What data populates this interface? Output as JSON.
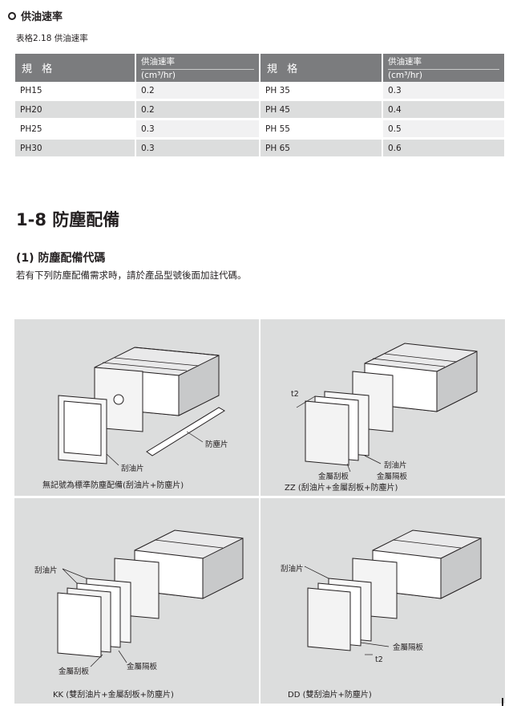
{
  "section": {
    "icon": "circle-icon",
    "title": "供油速率"
  },
  "table": {
    "caption": "表格2.18  供油速率",
    "headers": {
      "spec": "規 格",
      "rate_line1": "供油速率",
      "rate_line2": "(cm³/hr)"
    },
    "rows": [
      {
        "spec_a": "PH15",
        "rate_a": "0.2",
        "spec_b": "PH 35",
        "rate_b": "0.3"
      },
      {
        "spec_a": "PH20",
        "rate_a": "0.2",
        "spec_b": "PH 45",
        "rate_b": "0.4"
      },
      {
        "spec_a": "PH25",
        "rate_a": "0.3",
        "spec_b": "PH 55",
        "rate_b": "0.5"
      },
      {
        "spec_a": "PH30",
        "rate_a": "0.3",
        "spec_b": "PH 65",
        "rate_b": "0.6"
      }
    ]
  },
  "heading": "1-8 防塵配備",
  "subheading": "(1) 防塵配備代碼",
  "paragraph": "若有下列防塵配備需求時，請於產品型號後面加註代碼。",
  "figures": {
    "tl": {
      "caption": "無記號為標準防塵配備(刮油片+防塵片)",
      "labels": {
        "dust": "防塵片",
        "scraper": "刮油片"
      }
    },
    "tr": {
      "caption": "ZZ (刮油片+金屬刮板+防塵片)",
      "labels": {
        "t2": "t2",
        "scraper": "刮油片",
        "metal": "金屬刮板",
        "spacer": "金屬隔板"
      }
    },
    "bl": {
      "caption": "KK (雙刮油片+金屬刮板+防塵片)",
      "labels": {
        "scraper": "刮油片",
        "metal": "金屬刮板",
        "spacer": "金屬隔板"
      }
    },
    "br": {
      "caption": "DD (雙刮油片+防塵片)",
      "labels": {
        "scraper": "刮油片",
        "spacer": "金屬隔板",
        "t2": "t2"
      }
    }
  }
}
